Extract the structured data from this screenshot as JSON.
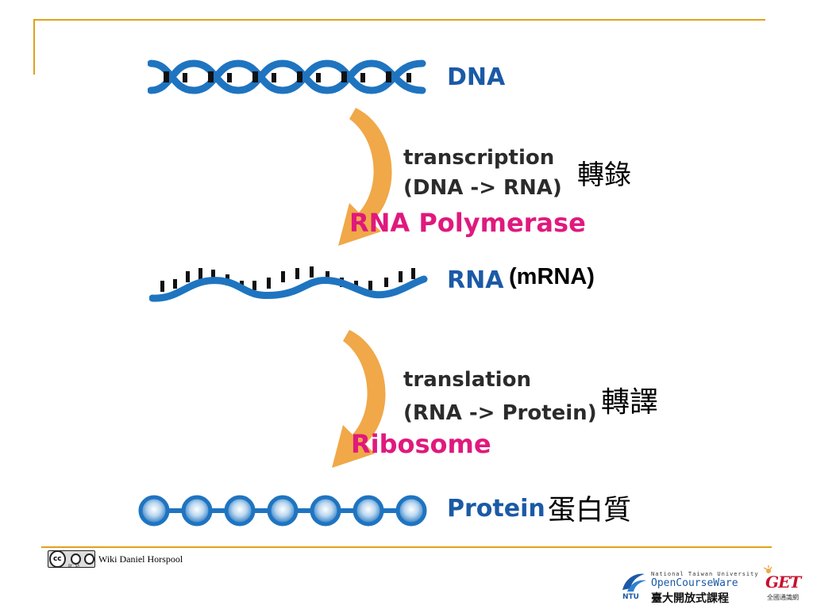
{
  "diagram": {
    "dna_label": "DNA",
    "transcription_line1": "transcription",
    "transcription_line2": "(DNA -> RNA)",
    "transcription_cn": "轉錄",
    "polymerase_label": "RNA Polymerase",
    "rna_label": "RNA",
    "mrna_label": "(mRNA)",
    "translation_line1": "translation",
    "translation_line2": "(RNA -> Protein)",
    "translation_cn": "轉譯",
    "ribosome_label": "Ribosome",
    "protein_label": "Protein",
    "protein_cn": "蛋白質"
  },
  "footer": {
    "license_badge": "cc",
    "license_badge_sub": "BY   SA",
    "credit": "Wiki Daniel Horspool",
    "ocw_university": "National Taiwan University",
    "ocw_name": "OpenCourseWare",
    "ocw_chinese": "臺大開放式課程",
    "ocw_ntu": "NTU",
    "get_logo": "GET",
    "get_logo_sub": "全國通識網"
  },
  "colors": {
    "frame": "#e0a21a",
    "dna_blue": "#1f74c0",
    "arrow_orange": "#f0a848",
    "label_blue": "#1b5aa6",
    "pink": "#e0197d",
    "protein_bead": "#1f74c0"
  }
}
